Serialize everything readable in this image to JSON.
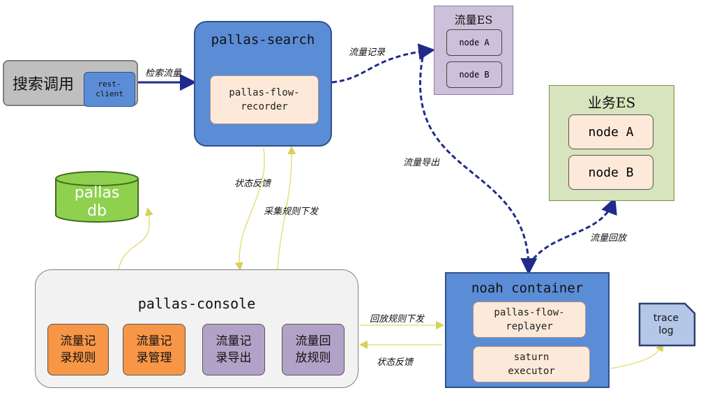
{
  "search_call": {
    "label": "搜索调用",
    "client": "rest-\nclient"
  },
  "pallas_search": {
    "title": "pallas-search",
    "recorder": "pallas-flow-\nrecorder"
  },
  "flow_es": {
    "title": "流量ES",
    "nodes": [
      "node A",
      "node B"
    ]
  },
  "biz_es": {
    "title": "业务ES",
    "nodes": [
      "node A",
      "node B"
    ]
  },
  "pallas_db": {
    "label": "pallas\ndb"
  },
  "pallas_console": {
    "title": "pallas-console",
    "modules": [
      "流量记\n录规则",
      "流量记\n录管理",
      "流量记\n录导出",
      "流量回\n放规则"
    ]
  },
  "noah": {
    "title": "noah container",
    "replayer": "pallas-flow-\nreplayer",
    "executor": "saturn\nexecutor"
  },
  "trace_log": {
    "label": "trace\nlog"
  },
  "edges": {
    "retrieve_flow": "检索流量",
    "flow_record": "流量记录",
    "flow_export": "流量导出",
    "status_feedback_top": "状态反馈",
    "collect_rule_dispatch": "采集规则下发",
    "flow_replay": "流量回放",
    "replay_rule_dispatch": "回放规则下发",
    "status_feedback_bottom": "状态反馈"
  },
  "colors": {
    "blue": "#5b8dd6",
    "cream": "#fde9d9",
    "lavender": "#ccc0da",
    "green_light": "#d7e4bd",
    "green_db": "#8fd14f",
    "orange": "#f79646",
    "purple": "#b3a2c7",
    "dark_blue_line": "#1f2a8c",
    "yellow_line": "#e6df7a"
  }
}
